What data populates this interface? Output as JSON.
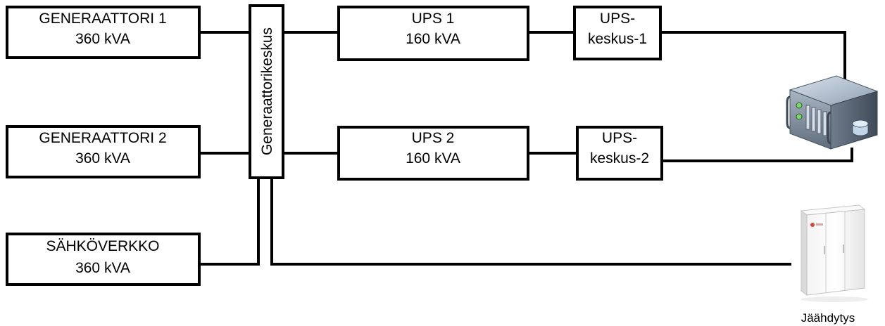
{
  "nodes": {
    "generator1": {
      "line1": "GENERAATTORI 1",
      "line2": "360 kVA"
    },
    "generator2": {
      "line1": "GENERAATTORI 2",
      "line2": "360 kVA"
    },
    "grid": {
      "line1": "SÄHKÖVERKKO",
      "line2": "360 kVA"
    },
    "generator_center": {
      "label": "Generaattorikeskus"
    },
    "ups1": {
      "line1": "UPS 1",
      "line2": "160 kVA"
    },
    "ups2": {
      "line1": "UPS 2",
      "line2": "160 kVA"
    },
    "ups_center1": {
      "line1": "UPS-",
      "line2": "keskus-1"
    },
    "ups_center2": {
      "line1": "UPS-",
      "line2": "keskus-2"
    },
    "server": {
      "icon": "server-icon"
    },
    "cooling": {
      "icon": "cooling-cabinet-icon",
      "label": "Jäähdytys"
    }
  }
}
